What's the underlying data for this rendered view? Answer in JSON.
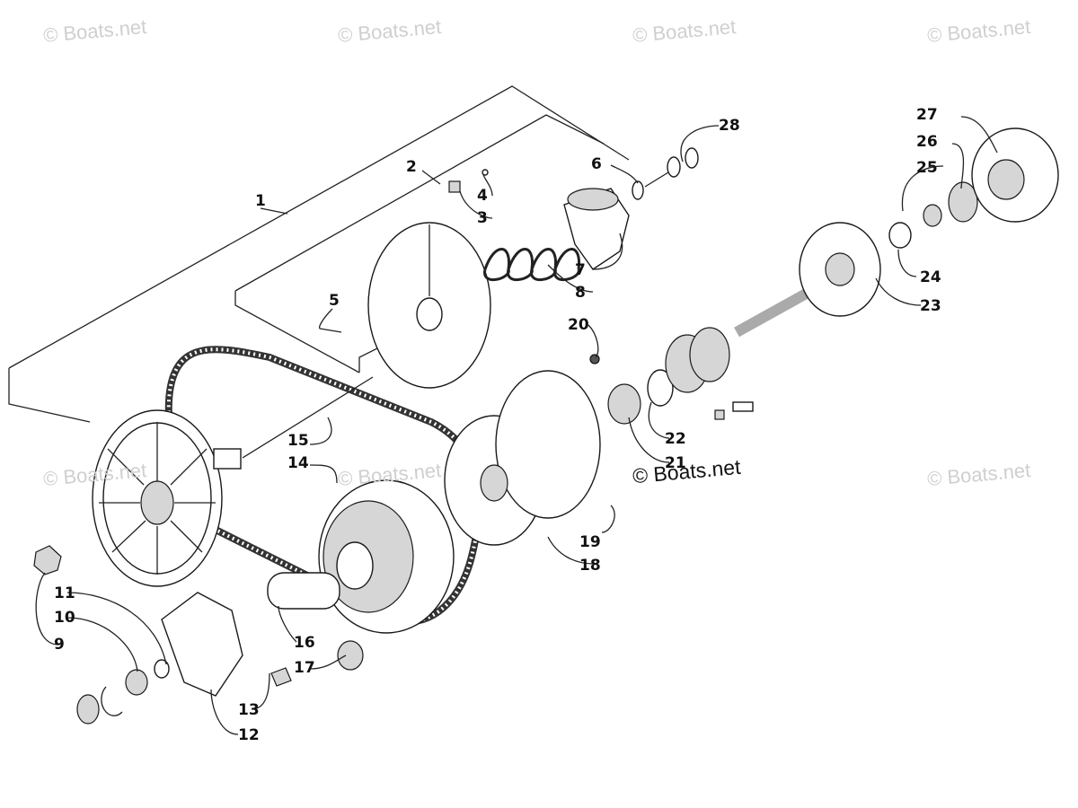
{
  "watermarks": [
    {
      "id": "wm-1",
      "text": "© Boats.net"
    },
    {
      "id": "wm-2",
      "text": "© Boats.net"
    },
    {
      "id": "wm-3",
      "text": "© Boats.net"
    },
    {
      "id": "wm-4",
      "text": "© Boats.net"
    },
    {
      "id": "wm-5",
      "text": "© Boats.net"
    },
    {
      "id": "wm-6",
      "text": "© Boats.net"
    },
    {
      "id": "wm-7",
      "text": "© Boats.net"
    },
    {
      "id": "wm-8",
      "text": "© Boats.net"
    }
  ],
  "callouts": [
    "1",
    "2",
    "3",
    "4",
    "5",
    "6",
    "7",
    "8",
    "9",
    "10",
    "11",
    "12",
    "13",
    "14",
    "15",
    "16",
    "17",
    "18",
    "19",
    "20",
    "21",
    "22",
    "23",
    "24",
    "25",
    "26",
    "27",
    "28"
  ]
}
